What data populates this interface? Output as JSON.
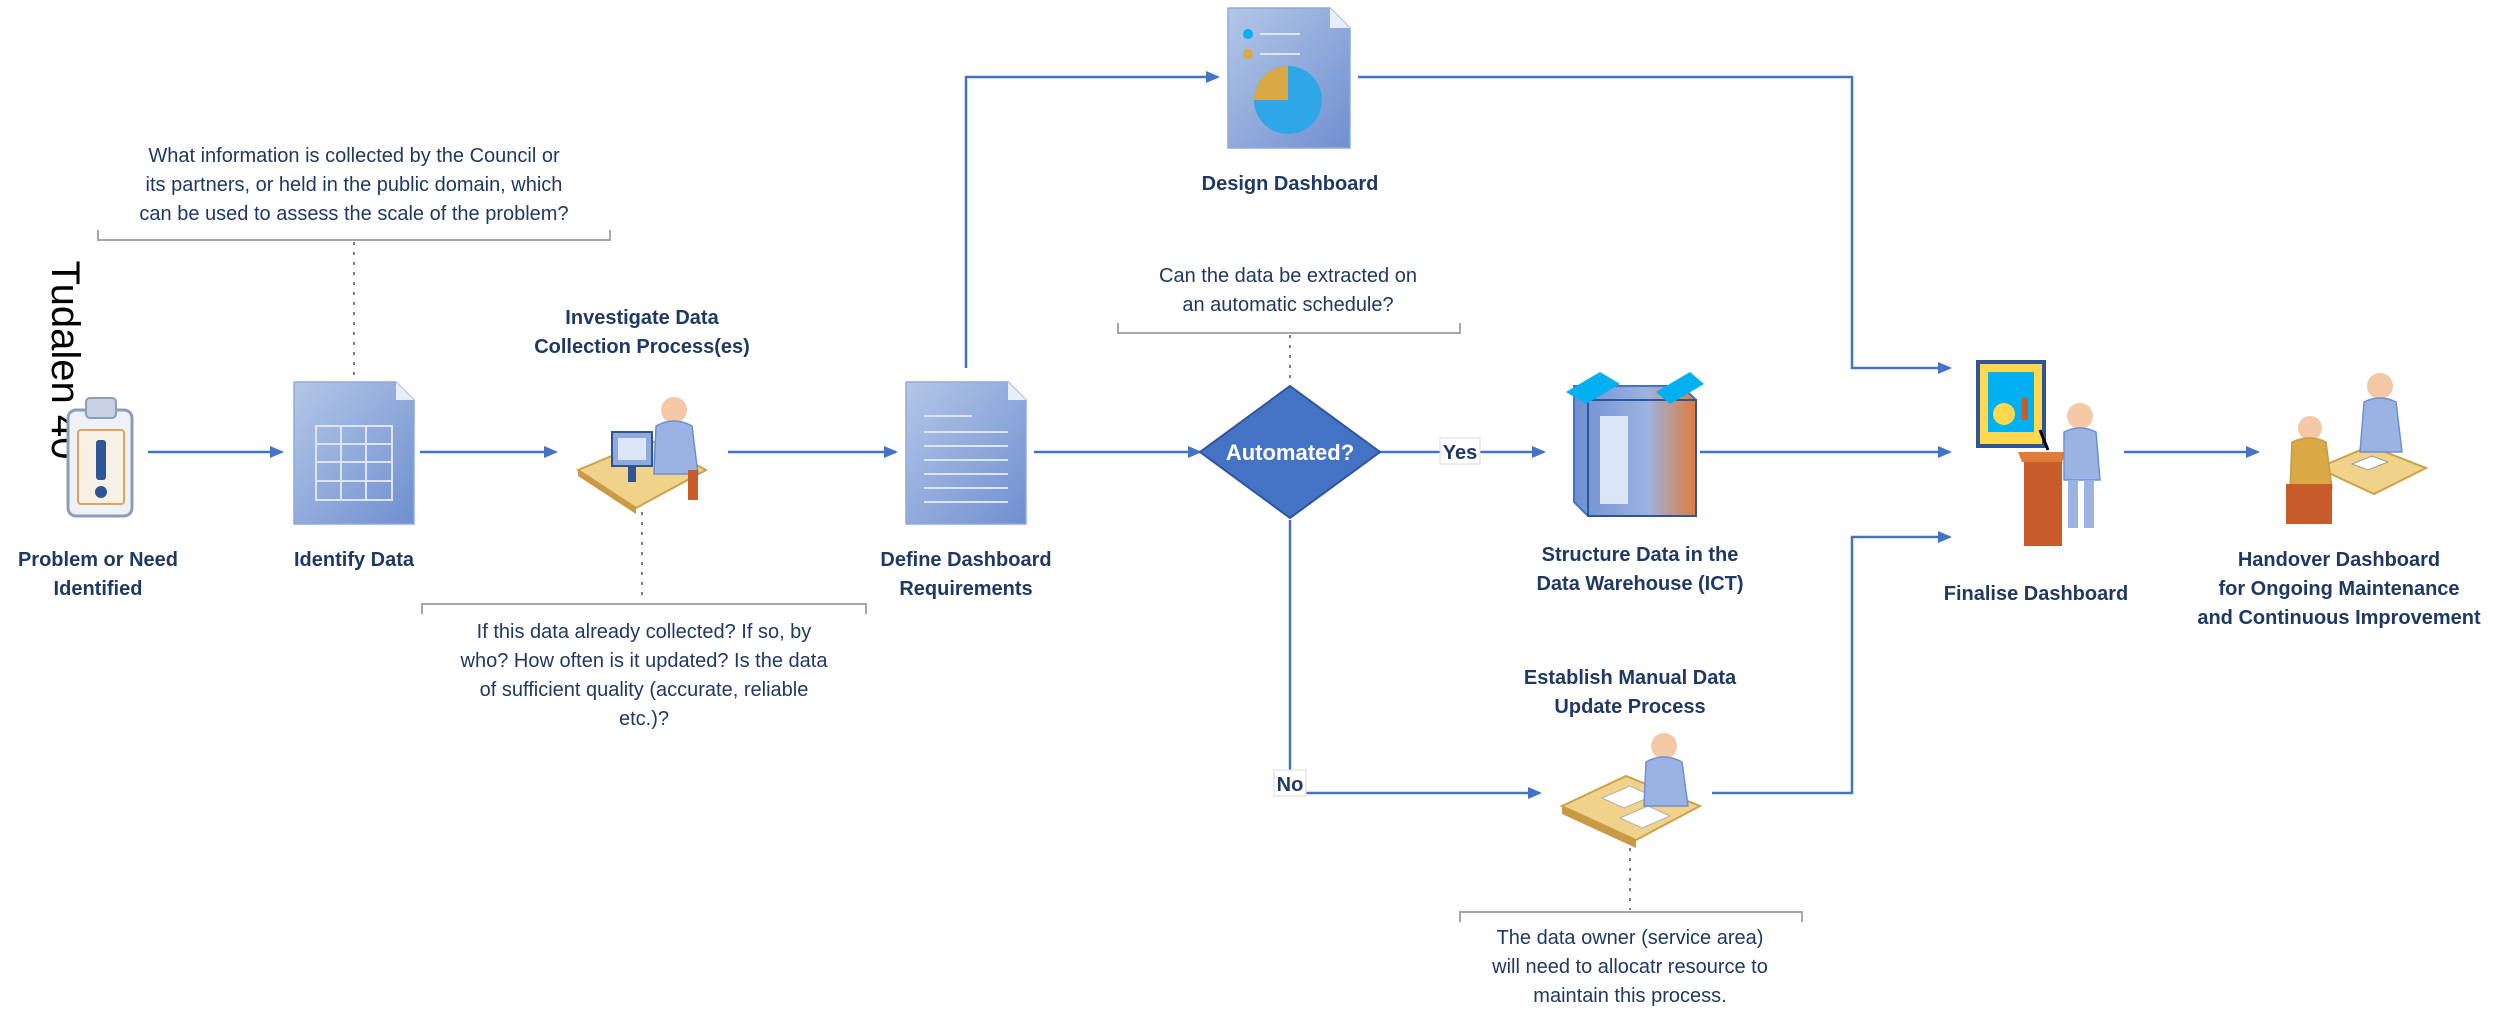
{
  "side_label": "Tudalen 40",
  "nodes": {
    "problem": "Problem or Need\nIdentified",
    "identify": "Identify Data",
    "investigate": "Investigate Data\nCollection Process(es)",
    "define": "Define Dashboard\nRequirements",
    "design": "Design Dashboard",
    "automated": "Automated?",
    "structure": "Structure Data in the\nData Warehouse (ICT)",
    "manual": "Establish Manual Data\nUpdate Process",
    "finalise": "Finalise Dashboard",
    "handover": "Handover Dashboard\nfor Ongoing Maintenance\nand Continuous Improvement"
  },
  "edges": {
    "yes": "Yes",
    "no": "No"
  },
  "notes": {
    "info": "What information is collected by the Council or\nits partners, or held in the public domain, which\ncan be used to assess the scale of the problem?",
    "quality": "If this data already collected? If so, by\nwho? How often is it updated? Is the data\nof sufficient quality (accurate, reliable\netc.)?",
    "schedule": "Can the data be extracted on\nan automatic schedule?",
    "owner": "The data owner (service area)\nwill need to allocatr resource to\nmaintain this process."
  },
  "colors": {
    "arrow": "#4472c4",
    "diamond": "#4472c4",
    "text": "#1f3864",
    "doc": "#8faadc"
  }
}
